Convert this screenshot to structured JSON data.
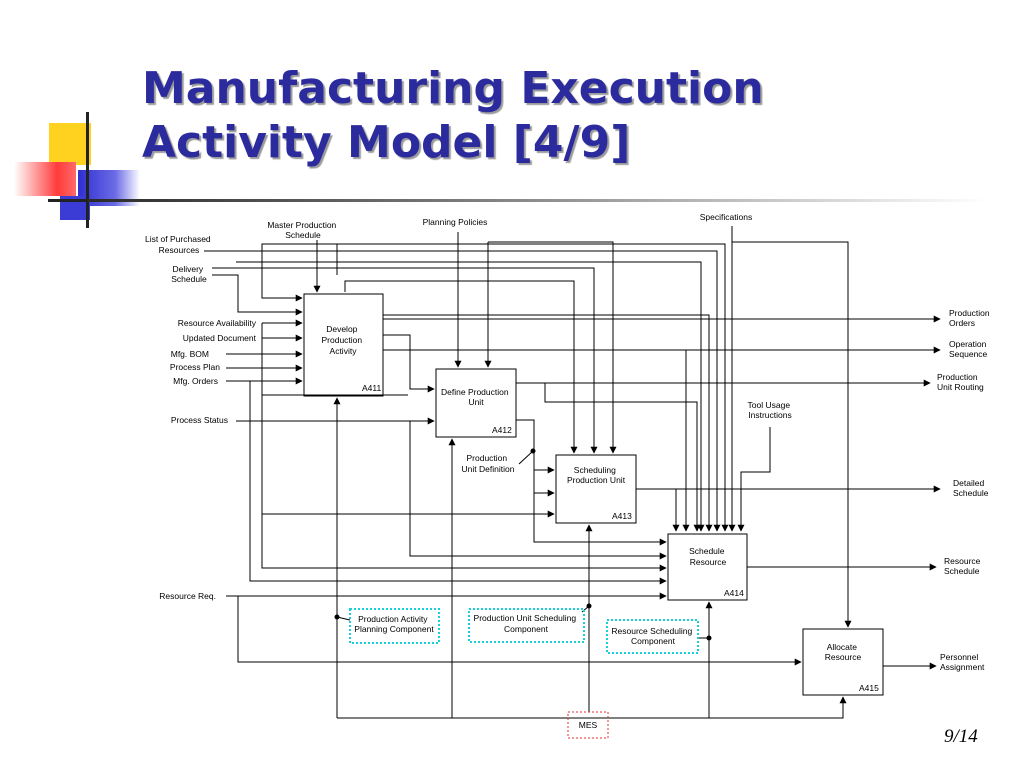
{
  "slide": {
    "title_line1": "Manufacturing Execution",
    "title_line2": "Activity Model [4/9]",
    "page_number": "9/14",
    "accent_colors": {
      "title": "#2b2b9e",
      "yellow": "#ffd21f",
      "red": "#ff3a3a",
      "blue": "#3b3bd6",
      "cyan_dotted": "#19d0d8",
      "red_dotted": "#e03030"
    }
  },
  "diagram": {
    "boxes": {
      "a411": {
        "lines": [
          "Develop",
          "Production",
          "Activity"
        ],
        "code": "A411"
      },
      "a412": {
        "lines": [
          "Define Production",
          "Unit"
        ],
        "code": "A412"
      },
      "a413": {
        "lines": [
          "Scheduling",
          "Production Unit"
        ],
        "code": "A413"
      },
      "a414": {
        "lines": [
          "Schedule",
          "Resource"
        ],
        "code": "A414"
      },
      "a415": {
        "lines": [
          "Allocate",
          "Resource"
        ],
        "code": "A415"
      }
    },
    "top_labels": {
      "master_schedule": [
        "Master Production",
        "Schedule"
      ],
      "planning_policies": "Planning Policies",
      "specifications": "Specifications"
    },
    "left_inputs": {
      "purchased": [
        "List of Purchased",
        "Resources"
      ],
      "delivery": [
        "Delivery",
        "Schedule"
      ],
      "resource_availability": "Resource Availability",
      "updated_document": "Updated Document",
      "mfg_bom": "Mfg. BOM",
      "process_plan": "Process Plan",
      "mfg_orders": "Mfg. Orders",
      "process_status": "Process Status",
      "resource_req": "Resource Req."
    },
    "outputs": {
      "production_orders": [
        "Production",
        "Orders"
      ],
      "operation_sequence": [
        "Operation",
        "Sequence"
      ],
      "production_unit_routing": [
        "Production",
        "Unit Routing"
      ],
      "detailed_schedule": [
        "Detailed",
        "Schedule"
      ],
      "resource_schedule": [
        "Resource",
        "Schedule"
      ],
      "personnel_assignment": [
        "Personnel",
        "Assignment"
      ]
    },
    "inner_labels": {
      "tool_usage": [
        "Tool Usage",
        "Instructions"
      ],
      "production_unit_definition": [
        "Production",
        "Unit Definition"
      ]
    },
    "components": {
      "planning": [
        "Production Activity",
        "Planning Component"
      ],
      "unit_scheduling": [
        "Production Unit Scheduling",
        "Component"
      ],
      "resource_scheduling": [
        "Resource Scheduling",
        "Component"
      ]
    },
    "mes_label": "MES"
  }
}
